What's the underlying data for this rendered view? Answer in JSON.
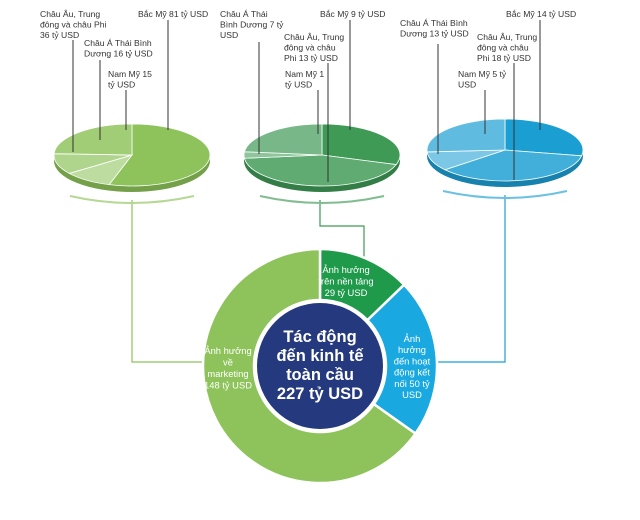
{
  "chart_data": [
    {
      "type": "pie",
      "name": "marketing",
      "color": "#8dc35a",
      "slices": [
        {
          "label": "Bắc Mỹ 81 tỷ USD",
          "value": 81
        },
        {
          "label": "Châu Âu, Trung đông và châu Phi 36 tỷ USD",
          "value": 36
        },
        {
          "label": "Châu Á Thái Bình Dương 16 tỷ USD",
          "value": 16
        },
        {
          "label": "Nam Mỹ 15 tỷ USD",
          "value": 15
        }
      ]
    },
    {
      "type": "pie",
      "name": "platform",
      "color": "#3e9a55",
      "slices": [
        {
          "label": "Bắc Mỹ 9 tỷ USD",
          "value": 9
        },
        {
          "label": "Châu Âu, Trung đông và châu Phi 13 tỷ USD",
          "value": 13
        },
        {
          "label": "Châu Á Thái Bình Dương 7 tỷ USD",
          "value": 7
        },
        {
          "label": "Nam Mỹ 1 tỷ USD",
          "value": 1
        }
      ]
    },
    {
      "type": "pie",
      "name": "connectivity",
      "color": "#1b9fd3",
      "slices": [
        {
          "label": "Bắc Mỹ 14 tỷ USD",
          "value": 14
        },
        {
          "label": "Châu Âu, Trung đông và châu Phi 18 tỷ USD",
          "value": 18
        },
        {
          "label": "Châu Á Thái Bình Dương 13 tỷ USD",
          "value": 13
        },
        {
          "label": "Nam Mỹ 5 tỷ USD",
          "value": 5
        }
      ]
    },
    {
      "type": "pie",
      "name": "total",
      "center_label": "Tác động đến kinh tế toàn cầu 227 tỷ USD",
      "slices": [
        {
          "label": "Ảnh hưởng về marketing 148 tỷ USD",
          "value": 148,
          "color": "#8dc35a"
        },
        {
          "label": "Ảnh hưởng trên nền tảng 29 tỷ USD",
          "value": 29,
          "color": "#1e9a4a"
        },
        {
          "label": "Ảnh hưởng đến hoạt động kết nối 50 tỷ USD",
          "value": 50,
          "color": "#1aa8e0"
        }
      ]
    }
  ],
  "labels": {
    "left": {
      "na": [
        "Bắc Mỹ 81 tỷ USD"
      ],
      "emea": [
        "Châu Âu, Trung",
        "đông và châu Phi",
        "36 tỷ USD"
      ],
      "apac": [
        "Châu Á Thái Bình",
        "Dương 16 tỷ USD"
      ],
      "sa": [
        "Nam Mỹ 15",
        "tỷ USD"
      ]
    },
    "middle": {
      "apac": [
        "Châu Á Thái",
        "Bình Dương 7 tỷ",
        "USD"
      ],
      "na": [
        "Bắc Mỹ 9 tỷ USD"
      ],
      "emea": [
        "Châu Âu, Trung",
        "đông và châu",
        "Phi 13 tỷ USD"
      ],
      "sa": [
        "Nam Mỹ 1",
        "tỷ USD"
      ]
    },
    "right": {
      "apac": [
        "Châu Á Thái Bình",
        "Dương 13 tỷ USD"
      ],
      "na": [
        "Bắc Mỹ 14 tỷ USD"
      ],
      "emea": [
        "Châu Âu, Trung",
        "đông và châu",
        "Phi 18 tỷ USD"
      ],
      "sa": [
        "Nam Mỹ 5 tỷ",
        "USD"
      ]
    },
    "donut": {
      "marketing": [
        "Ảnh hưởng",
        "về",
        "marketing",
        "148 tỷ USD"
      ],
      "platform": [
        "Ảnh hưởng",
        "trên nền tảng",
        "29 tỷ USD"
      ],
      "connectivity": [
        "Ảnh",
        "hưởng",
        "đến hoạt",
        "động kết",
        "nối 50 tỷ",
        "USD"
      ],
      "center": [
        "Tác động",
        "đến kinh tế",
        "toàn cầu",
        "227 tỷ USD"
      ]
    }
  }
}
